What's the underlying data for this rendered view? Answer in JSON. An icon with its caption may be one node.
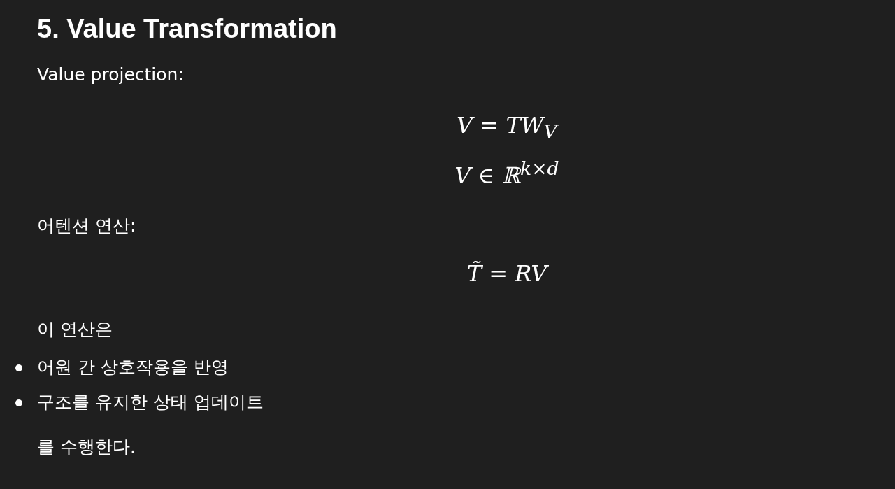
{
  "diagram": {
    "title": "5. Value Transformation",
    "labels": [
      "Value projection:",
      "V = TW$_{V}$",
      "V ∈ ℝ$^{k×d}$",
      "어텐션 연산:",
      "T̃ = RV",
      "이 연산은",
      "어원 간 상호작용을 반영",
      "구조를 유지한 상태 업데이트",
      "를 수행한다."
    ]
  }
}
